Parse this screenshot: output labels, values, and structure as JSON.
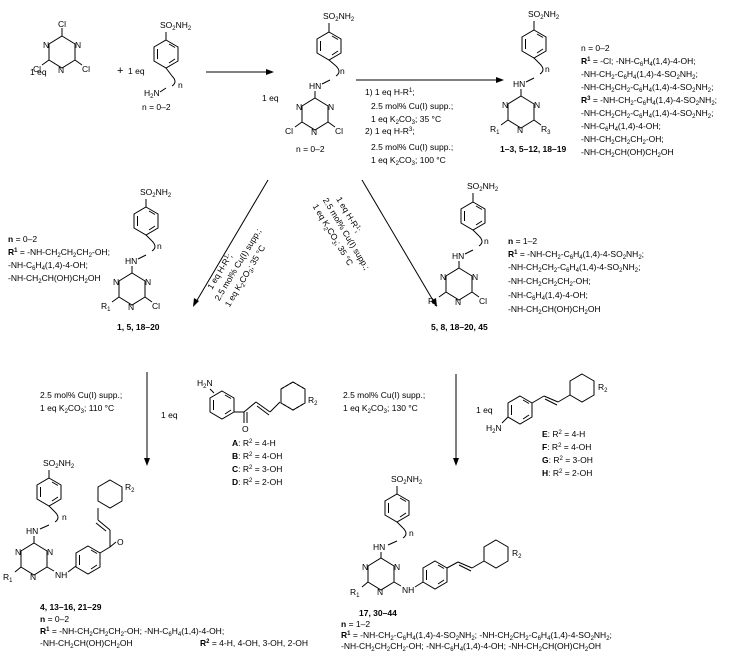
{
  "reagents": {
    "equiv_1": "1 eq",
    "equiv_2": "1 eq",
    "plus": "+",
    "n_range_sm": "n = 0–2"
  },
  "atoms": {
    "so2nh2": "SO2NH2",
    "nh": "HN",
    "h2n": "H2N",
    "n": "N",
    "cl": "Cl",
    "n_label": "n",
    "r1": "R1",
    "r2": "R2",
    "r3": "R3",
    "o": "O"
  },
  "step1": {
    "equiv": "1 eq",
    "n_range": "n = 0–2",
    "line1": "1) 1 eq H-R1;",
    "line2": "2.5 mol% Cu(I) supp.;",
    "line3": "1 eq K2CO3; 35 °C",
    "line4": "2) 1 eq H-R3;",
    "line5": "2.5 mol% Cu(I) supp.;",
    "line6": "1 eq K2CO3; 100 °C"
  },
  "product_top": {
    "label": "1–3, 5–12, 18–19",
    "defs": [
      "n = 0–2",
      "R1 = -Cl; -NH-C6H4(1,4)-4-OH;",
      "-NH-CH2-C6H4(1,4)-4-SO2NH2;",
      "-NH-CH2CH2-C6H4(1,4)-4-SO2NH2;",
      "R3 = -NH-CH2-C6H4(1,4)-4-SO2NH2;",
      "-NH-CH2CH2-C6H4(1,4)-4-SO2NH2;",
      "-NH-C6H4(1,4)-4-OH;",
      "-NH-CH2CH2CH2-OH;",
      "-NH-CH2CH(OH)CH2OH"
    ]
  },
  "left_arrow": {
    "line1": "1 eq H-R1;",
    "line2": "2.5 mol% Cu(I) supp.;",
    "line3": "1 eq K2CO3; 35 °C"
  },
  "right_arrow": {
    "line1": "1 eq H-R1;",
    "line2": "2.5 mol% Cu(I) supp.;",
    "line3": "1 eq K2CO3; 35 °C"
  },
  "left_mid": {
    "defs": [
      "n = 0–2",
      "R1 = -NH-CH2CH2CH2-OH;",
      "-NH-C6H4(1,4)-4-OH;",
      "-NH-CH2CH(OH)CH2OH"
    ],
    "label": "1, 5, 18–20"
  },
  "right_mid": {
    "defs": [
      "n = 1–2",
      "R1 = -NH-CH2-C6H4(1,4)-4-SO2NH2;",
      "-NH-CH2CH2-C6H4(1,4)-4-SO2NH2;",
      "-NH-CH2CH2CH2-OH;",
      "-NH-C6H4(1,4)-4-OH;",
      "-NH-CH2CH(OH)CH2OH"
    ],
    "label": "5, 8, 18–20, 45"
  },
  "chalcone_step": {
    "cond1": "2.5 mol% Cu(I) supp.;",
    "cond2": "1 eq K2CO3; 110 °C",
    "equiv": "1 eq",
    "variants": [
      {
        "letter": "A",
        "text": ": R2 = 4-H"
      },
      {
        "letter": "B",
        "text": ": R2 = 4-OH"
      },
      {
        "letter": "C",
        "text": ": R2 = 3-OH"
      },
      {
        "letter": "D",
        "text": ": R2 = 2-OH"
      }
    ]
  },
  "stilbene_step": {
    "cond1": "2.5 mol% Cu(I) supp.;",
    "cond2": "1 eq K2CO3; 130 °C",
    "equiv": "1 eq",
    "variants": [
      {
        "letter": "E",
        "text": ": R2 = 4-H"
      },
      {
        "letter": "F",
        "text": ": R2 = 4-OH"
      },
      {
        "letter": "G",
        "text": ": R2 = 3-OH"
      },
      {
        "letter": "H",
        "text": ": R2 = 2-OH"
      }
    ]
  },
  "final_left": {
    "label": "4, 13–16, 21–29",
    "defs": [
      "n = 0–2",
      "R1 = -NH-CH2CH2CH2-OH; -NH-C6H4(1,4)-4-OH;",
      "-NH-CH2CH(OH)CH2OH",
      "R2 = 4-H, 4-OH, 3-OH, 2-OH"
    ]
  },
  "final_right": {
    "label": "17, 30–44",
    "defs": [
      "n = 1–2",
      "R1 = -NH-CH2-C6H4(1,4)-4-SO2NH2; -NH-CH2CH2-C6H4(1,4)-4-SO2NH2;",
      "-NH-CH2CH2CH2-OH; -NH-C6H4(1,4)-4-OH; -NH-CH2CH(OH)CH2OH",
      "R2 = 4-H, 4-OH, 3-OH, 2-OH"
    ]
  }
}
